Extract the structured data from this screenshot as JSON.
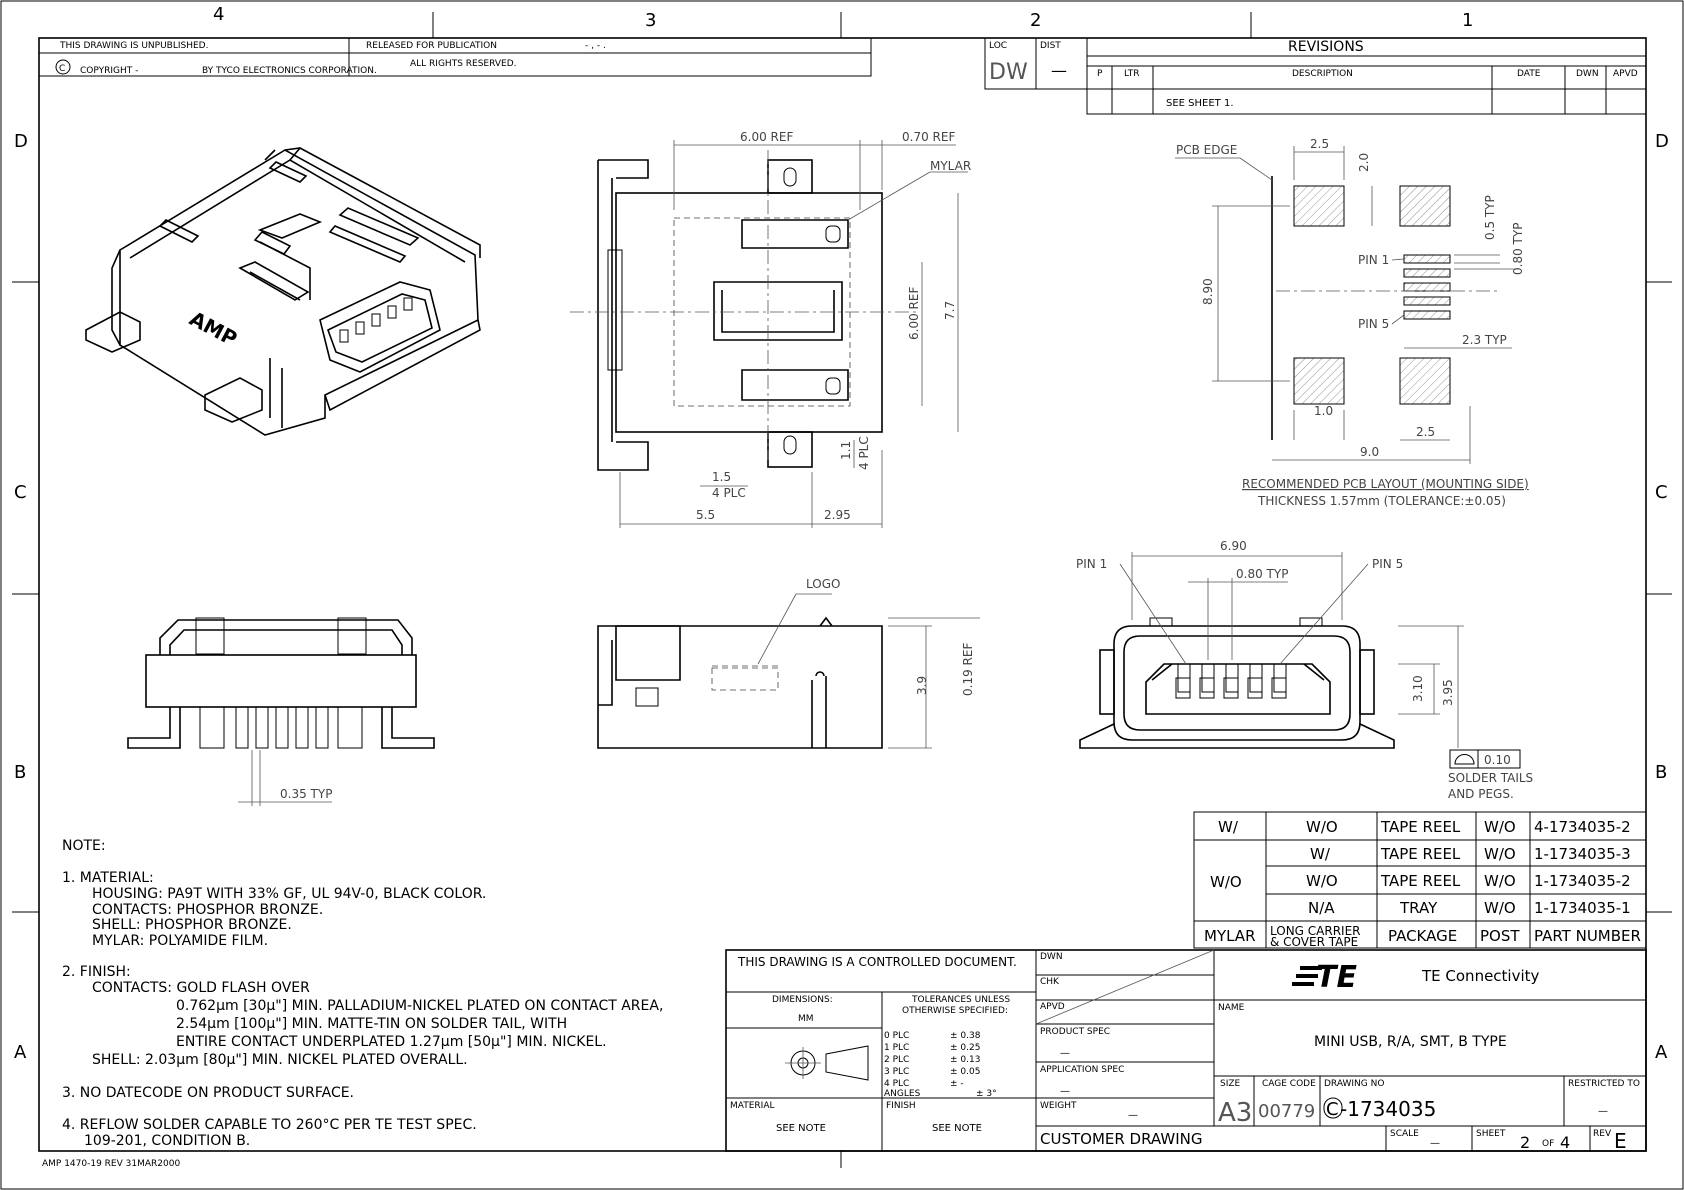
{
  "zones": {
    "cols": [
      "4",
      "3",
      "2",
      "1"
    ],
    "rows": [
      "D",
      "C",
      "B",
      "A"
    ]
  },
  "header": {
    "unpublished": "THIS DRAWING IS UNPUBLISHED.",
    "released": "RELEASED FOR PUBLICATION",
    "released_date": "- , -    .",
    "copyright_symbol": "C",
    "copyright": "COPYRIGHT    -",
    "by": "BY TYCO ELECTRONICS CORPORATION.",
    "rights": "ALL RIGHTS RESERVED.",
    "loc_label": "LOC",
    "dist_label": "DIST",
    "loc_value": "DW",
    "dist_value": "—"
  },
  "revisions": {
    "title": "REVISIONS",
    "columns": [
      "P",
      "LTR",
      "DESCRIPTION",
      "DATE",
      "DWN",
      "APVD"
    ],
    "rows": [
      [
        "",
        "",
        "SEE SHEET 1.",
        "",
        "",
        ""
      ]
    ]
  },
  "views": {
    "top_view": {
      "dims": [
        "6.00 REF",
        "0.70 REF",
        "MYLAR",
        "6.00 REF",
        "7.7",
        "1.1",
        "4 PLC",
        "1.5",
        "4 PLC",
        "5.5",
        "2.95"
      ]
    },
    "pcb_layout": {
      "dims": [
        "PCB EDGE",
        "2.5",
        "2.0",
        "0.5 TYP",
        "0.80 TYP",
        "PIN 1",
        "PIN 5",
        "8.90",
        "2.3 TYP",
        "1.0",
        "2.5",
        "9.0"
      ],
      "caption": "RECOMMENDED PCB LAYOUT (MOUNTING SIDE)",
      "caption2": "THICKNESS 1.57mm (TOLERANCE:±0.05)"
    },
    "front_view": {
      "dims": [
        "0.35 TYP"
      ]
    },
    "side_view": {
      "dims": [
        "LOGO",
        "3.9",
        "0.19 REF"
      ]
    },
    "end_view": {
      "dims": [
        "6.90",
        "PIN 1",
        "PIN 5",
        "0.80 TYP",
        "3.10",
        "3.95",
        "0.10"
      ],
      "note1": "SOLDER TAILS",
      "note2": "AND PEGS."
    },
    "iso_logo": "AMP"
  },
  "notes": {
    "title": "NOTE:",
    "lines": [
      "1.  MATERIAL:",
      "HOUSING: PA9T WITH 33% GF, UL 94V-0, BLACK COLOR.",
      "CONTACTS: PHOSPHOR BRONZE.",
      "SHELL: PHOSPHOR BRONZE.",
      "MYLAR: POLYAMIDE FILM.",
      "2.  FINISH:",
      "CONTACTS: GOLD FLASH OVER",
      "0.762μm [30μ\"] MIN. PALLADIUM-NICKEL PLATED ON CONTACT AREA,",
      "2.54μm [100μ\"] MIN. MATTE-TIN ON SOLDER TAIL, WITH",
      "ENTIRE CONTACT UNDERPLATED 1.27μm [50μ\"] MIN. NICKEL.",
      "SHELL: 2.03μm [80μ\"] MIN. NICKEL PLATED OVERALL.",
      "3.  NO DATECODE ON PRODUCT SURFACE.",
      "4.  REFLOW SOLDER CAPABLE TO 260°C PER TE TEST SPEC.",
      "109-201, CONDITION B."
    ]
  },
  "part_table": {
    "rows": [
      [
        "W/",
        "W/O",
        "TAPE REEL",
        "W/O",
        "4-1734035-2"
      ],
      [
        "",
        "W/",
        "TAPE REEL",
        "W/O",
        "1-1734035-3"
      ],
      [
        "W/O",
        "W/O",
        "TAPE REEL",
        "W/O",
        "1-1734035-2"
      ],
      [
        "",
        "N/A",
        "TRAY",
        "W/O",
        "1-1734035-1"
      ]
    ],
    "header": [
      "MYLAR",
      "LONG CARRIER",
      "& COVER TAPE",
      "PACKAGE",
      "POST",
      "PART NUMBER"
    ]
  },
  "title_block": {
    "controlled": "THIS DRAWING IS A CONTROLLED DOCUMENT.",
    "dimensions_label": "DIMENSIONS:",
    "dimensions_unit": "MM",
    "tol_title1": "TOLERANCES UNLESS",
    "tol_title2": "OTHERWISE SPECIFIED:",
    "tolerances": [
      [
        "0 PLC",
        "± 0.38"
      ],
      [
        "1 PLC",
        "± 0.25"
      ],
      [
        "2 PLC",
        "± 0.13"
      ],
      [
        "3 PLC",
        "± 0.05"
      ],
      [
        "4 PLC",
        "± -"
      ],
      [
        "ANGLES",
        "± 3°"
      ]
    ],
    "material_label": "MATERIAL",
    "material_value": "SEE NOTE",
    "finish_label": "FINISH",
    "finish_value": "SEE NOTE",
    "dwn": "DWN",
    "chk": "CHK",
    "apvd": "APVD",
    "product_spec": "PRODUCT SPEC",
    "product_spec_value": "—",
    "application_spec": "APPLICATION SPEC",
    "application_spec_value": "—",
    "weight": "WEIGHT",
    "weight_value": "—",
    "customer_drawing": "CUSTOMER DRAWING",
    "company_logo": "TE",
    "company": "TE Connectivity",
    "name_label": "NAME",
    "name_value": "MINI USB, R/A, SMT, B TYPE",
    "size_label": "SIZE",
    "size_value": "A3",
    "cage_label": "CAGE CODE",
    "cage_value": "00779",
    "dwg_label": "DRAWING NO",
    "dwg_prefix": "C",
    "dwg_value": "-1734035",
    "restricted_label": "RESTRICTED TO",
    "restricted_value": "—",
    "scale_label": "SCALE",
    "scale_value": "—",
    "sheet_label": "SHEET",
    "sheet_value": "2",
    "sheet_of": "OF",
    "sheet_total": "4",
    "rev_label": "REV",
    "rev_value": "E"
  },
  "footer": "AMP 1470-19 REV 31MAR2000"
}
